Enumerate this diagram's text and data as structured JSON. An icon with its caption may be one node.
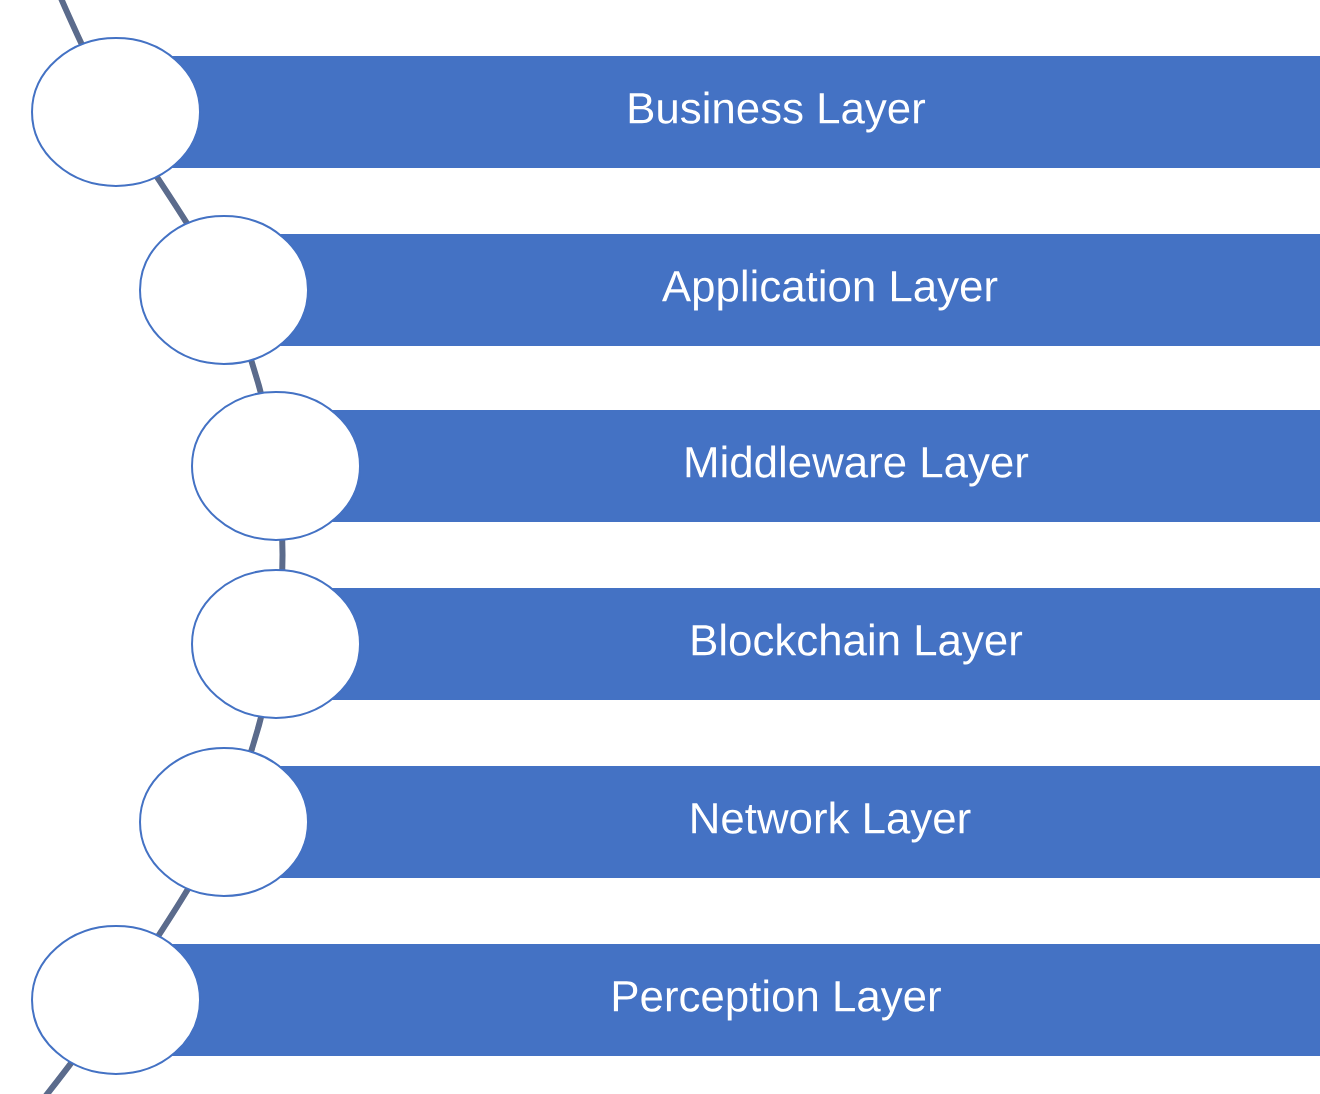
{
  "diagram": {
    "nodes": [
      {
        "text": [
          "Business Layer"
        ]
      },
      {
        "text": [
          "Application Layer"
        ]
      },
      {
        "text": [
          "Middleware Layer"
        ]
      },
      {
        "text": [
          "Blockchain Layer"
        ]
      },
      {
        "text": [
          "Network Layer"
        ]
      },
      {
        "text": [
          "Perception Layer"
        ]
      }
    ]
  }
}
